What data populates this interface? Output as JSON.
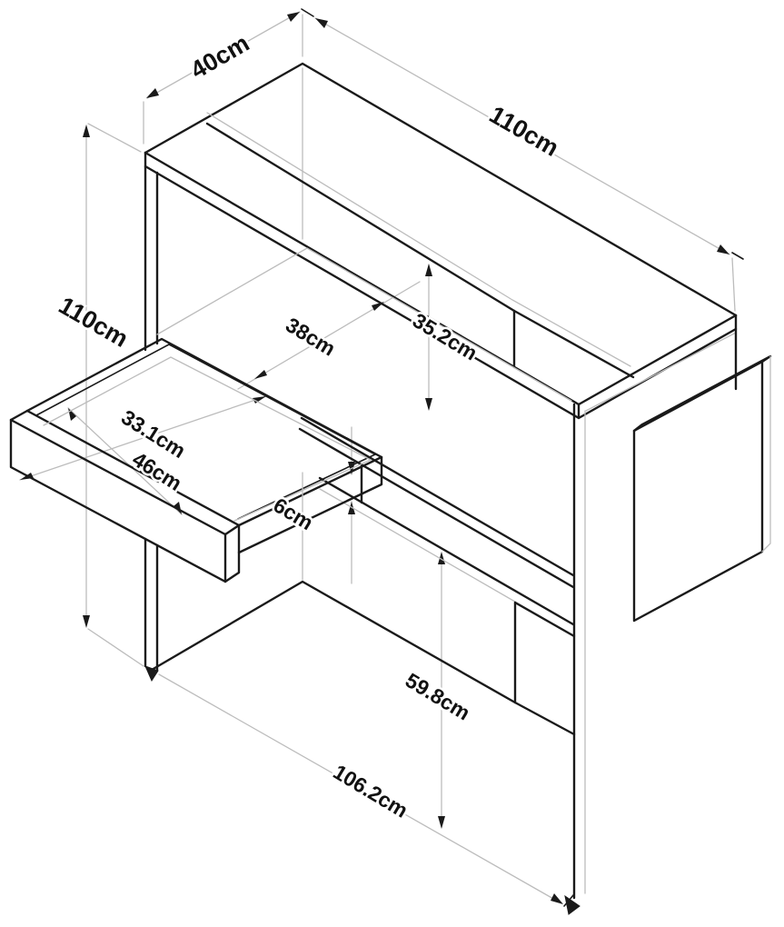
{
  "page": {
    "background": "#ffffff",
    "description": "Isometric dimension drawing of a desk with hutch shelf, pulled-out drawer and side mount panel",
    "unit": "cm",
    "ink_color": "#1a1a1a",
    "dim_line_color": "#bcbcbc"
  },
  "diagram": {
    "type": "furniture-dimension-drawing",
    "dimensions": {
      "top_depth": {
        "text": "40cm"
      },
      "top_width": {
        "text": "110cm"
      },
      "overall_height": {
        "text": "110cm"
      },
      "desk_depth": {
        "text": "38cm"
      },
      "hutch_clearance": {
        "text": "35.2cm"
      },
      "drawer_inner_width": {
        "text": "33.1cm"
      },
      "drawer_inner_depth": {
        "text": "46cm"
      },
      "drawer_height": {
        "text": "6cm"
      },
      "underdesk_clearance": {
        "text": "59.8cm"
      },
      "base_width": {
        "text": "106.2cm"
      }
    }
  }
}
